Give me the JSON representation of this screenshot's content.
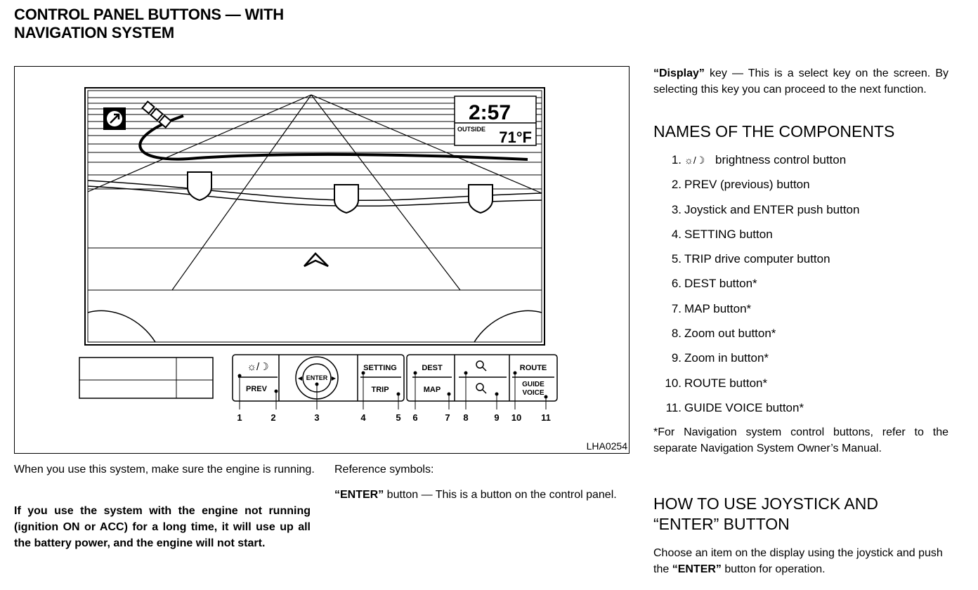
{
  "title": {
    "line1": "CONTROL PANEL BUTTONS — WITH",
    "line2": "NAVIGATION SYSTEM"
  },
  "figure": {
    "code": "LHA0254",
    "clock": "2:57",
    "outside_label": "OUTSIDE",
    "temperature": "71°F",
    "panel": {
      "prev": "PREV",
      "enter": "ENTER",
      "setting": "SETTING",
      "trip": "TRIP",
      "dest": "DEST",
      "map": "MAP",
      "route": "ROUTE",
      "guide": "GUIDE",
      "voice": "VOICE"
    },
    "callouts": [
      "1",
      "2",
      "3",
      "4",
      "5",
      "6",
      "7",
      "8",
      "9",
      "10",
      "11"
    ]
  },
  "left": {
    "p1": "When you use this system, make sure the engine is running.",
    "p2": "If you use the system with the engine not running (ignition ON or ACC) for a long time, it will use up all the battery power, and the engine will not start."
  },
  "middle": {
    "ref_label": "Reference symbols:",
    "enter_term": "“ENTER”",
    "enter_desc": " button — This is a button on the control panel."
  },
  "right": {
    "display_term": "“Display”",
    "display_desc": " key — This is a select key on the screen. By selecting this key you can proceed to the next function.",
    "names_heading": "NAMES OF THE COMPONENTS",
    "components": [
      {
        "num": "1.",
        "text": "brightness control button",
        "icon": "sun-moon-icon"
      },
      {
        "num": "2.",
        "text": "PREV (previous) button"
      },
      {
        "num": "3.",
        "text": "Joystick and ENTER push button"
      },
      {
        "num": "4.",
        "text": "SETTING button"
      },
      {
        "num": "5.",
        "text": "TRIP drive computer button"
      },
      {
        "num": "6.",
        "text": "DEST button*"
      },
      {
        "num": "7.",
        "text": "MAP button*"
      },
      {
        "num": "8.",
        "text": "Zoom out button*"
      },
      {
        "num": "9.",
        "text": "Zoom in button*"
      },
      {
        "num": "10.",
        "text": "ROUTE button*"
      },
      {
        "num": "11.",
        "text": "GUIDE VOICE button*"
      }
    ],
    "footnote": "*For Navigation system control buttons, refer to the separate Navigation System Owner’s Manual.",
    "howto_heading_line1": "HOW TO USE JOYSTICK AND",
    "howto_heading_line2": "“ENTER” BUTTON",
    "howto_p_before": "Choose an item on the display using the joystick and push the ",
    "howto_p_term": "“ENTER”",
    "howto_p_after": " button for operation."
  }
}
